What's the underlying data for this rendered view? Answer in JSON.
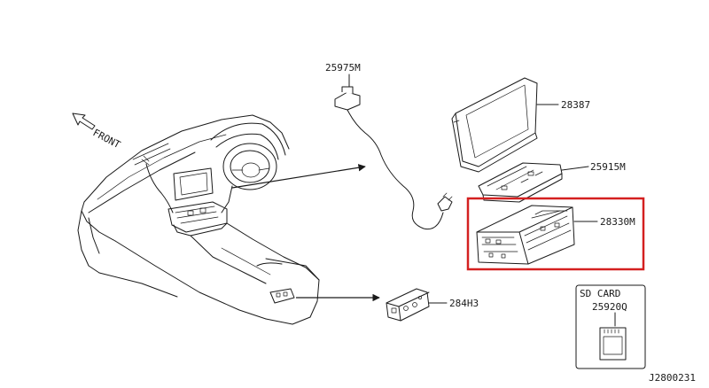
{
  "front_label": "FRONT",
  "diagram_code": "J2800231",
  "sd_box_title": "SD CARD",
  "parts": {
    "display": "28387",
    "bracket": "25915M",
    "av_unit": "28330M",
    "antenna_cable": "25975M",
    "switch": "284H3",
    "sd_card": "25920Q"
  },
  "colors": {
    "highlight": "#d42020",
    "line": "#1a1a1a"
  }
}
